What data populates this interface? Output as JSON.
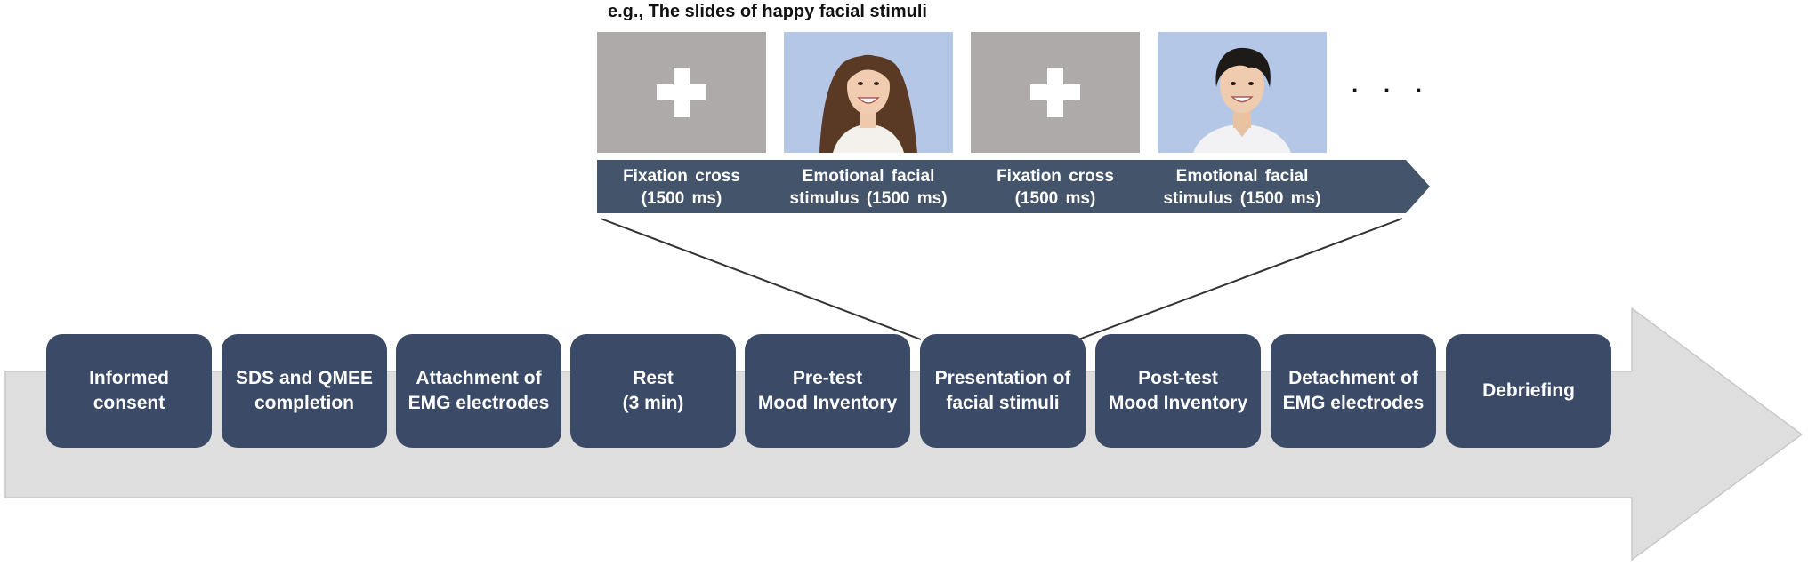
{
  "caption": "e.g., The slides of happy facial stimuli",
  "slides": [
    {
      "kind": "fixation-cross"
    },
    {
      "kind": "face-woman"
    },
    {
      "kind": "fixation-cross"
    },
    {
      "kind": "face-man"
    }
  ],
  "continuation": "· · ·",
  "sequence_labels": [
    "Fixation cross\n(1500 ms)",
    "Emotional facial\nstimulus (1500 ms)",
    "Fixation cross\n(1500 ms)",
    "Emotional facial\nstimulus (1500 ms)"
  ],
  "steps": [
    "Informed\nconsent",
    "SDS and QMEE\ncompletion",
    "Attachment of\nEMG electrodes",
    "Rest\n(3 min)",
    "Pre-test\nMood Inventory",
    "Presentation of\nfacial stimuli",
    "Post-test\nMood Inventory",
    "Detachment of\nEMG electrodes",
    "Debriefing"
  ],
  "colors": {
    "step_box": "#3b4a66",
    "sequence_bar": "#44546a",
    "timeline_arrow": "#dedede",
    "cross_slide": "#aeaaaa",
    "face_slide_bg": "#b4c7e7"
  }
}
